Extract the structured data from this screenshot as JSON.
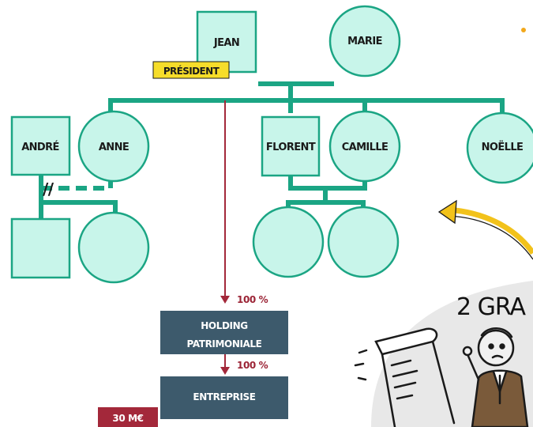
{
  "colors": {
    "node_fill": "#c8f5ea",
    "node_stroke": "#1ba584",
    "connector": "#1ba584",
    "ownership_arrow": "#a3283a",
    "company_box": "#3d5a6c",
    "badge_yellow": "#f6dd2a",
    "badge_red": "#a3283a",
    "highlight_arrow": "#f2c21b"
  },
  "family": {
    "jean": "JEAN",
    "marie": "MARIE",
    "president_badge": "PRÉSIDENT",
    "andre": "ANDRÉ",
    "anne": "ANNE",
    "divorce_mark": "//",
    "florent": "FLORENT",
    "camille": "CAMILLE",
    "noelle": "NOËLLE"
  },
  "ownership": {
    "holding_share": "100 %",
    "holding_line1": "HOLDING",
    "holding_line2": "PATRIMONIALE",
    "company_share": "100 %",
    "company": "ENTREPRISE",
    "company_value": "30 M€"
  },
  "callout": {
    "title": "2 GRA"
  },
  "icons": [
    "scroll-document-icon",
    "businessman-illustration",
    "curved-arrow-icon"
  ]
}
